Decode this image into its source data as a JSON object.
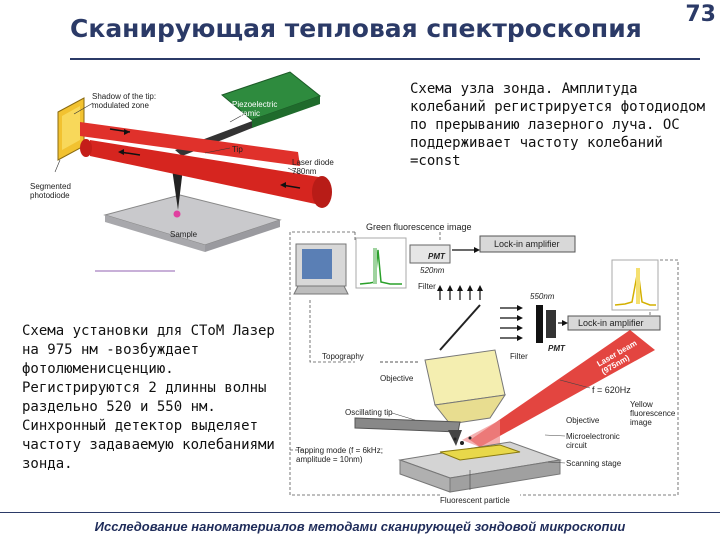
{
  "page_number": "73",
  "title": "Сканирующая тепловая спектроскопия",
  "probe_note": "Схема узла зонда. Амплитуда колебаний регистрируется фотодиодом по прерыванию лазерного луча. ОС поддерживает частоту колебаний =const",
  "setup_note": "Схема установки для СТоМ Лазер на 975 нм -возбуждает фотолюменисценцию. Регистрируются 2 длинны волны раздельно 520 и 550 нм. Синхронный детектор выделяет частоту задаваемую колебаниями зонда.",
  "footer": "Исследование наноматериалов методами сканирующей зондовой микроскопии",
  "probe_labels": {
    "shadow": "Shadow of the tip: modulated zone",
    "piezo": "Piezoelectric ceramic",
    "tip": "Tip",
    "laser": "Laser diode 780nm",
    "photodiode": "Segmented photodiode",
    "sample": "Sample"
  },
  "setup_labels": {
    "green_image": "Green fluorescence image",
    "pmt_top": "PMT",
    "nm520": "520nm",
    "lockin_top": "Lock-in amplifier",
    "filter_top": "Filter",
    "nm550": "550nm",
    "lockin_bottom": "Lock-in amplifier",
    "pmt_bottom": "PMT",
    "filter_bottom": "Filter",
    "topography": "Topography",
    "objective_left": "Objective",
    "laser_beam": "Laser beam (975nm)",
    "freq": "f = 620Hz",
    "yellow_image": "Yellow fluorescence image",
    "oscillating_tip": "Oscillating tip",
    "objective_right": "Objective",
    "tapping": "Tapping mode (f = 6kHz; amplitude = 10nm)",
    "microelectronic": "Microelectronic circuit",
    "stage": "Scanning stage",
    "particle": "Fluorescent particle"
  },
  "colors": {
    "title": "#2b3a67",
    "laser_red": "#e0312b",
    "piezo_green": "#2e8b3e",
    "photodiode_yellow": "#f2c230",
    "objective_yellow": "#f4eeb0"
  }
}
